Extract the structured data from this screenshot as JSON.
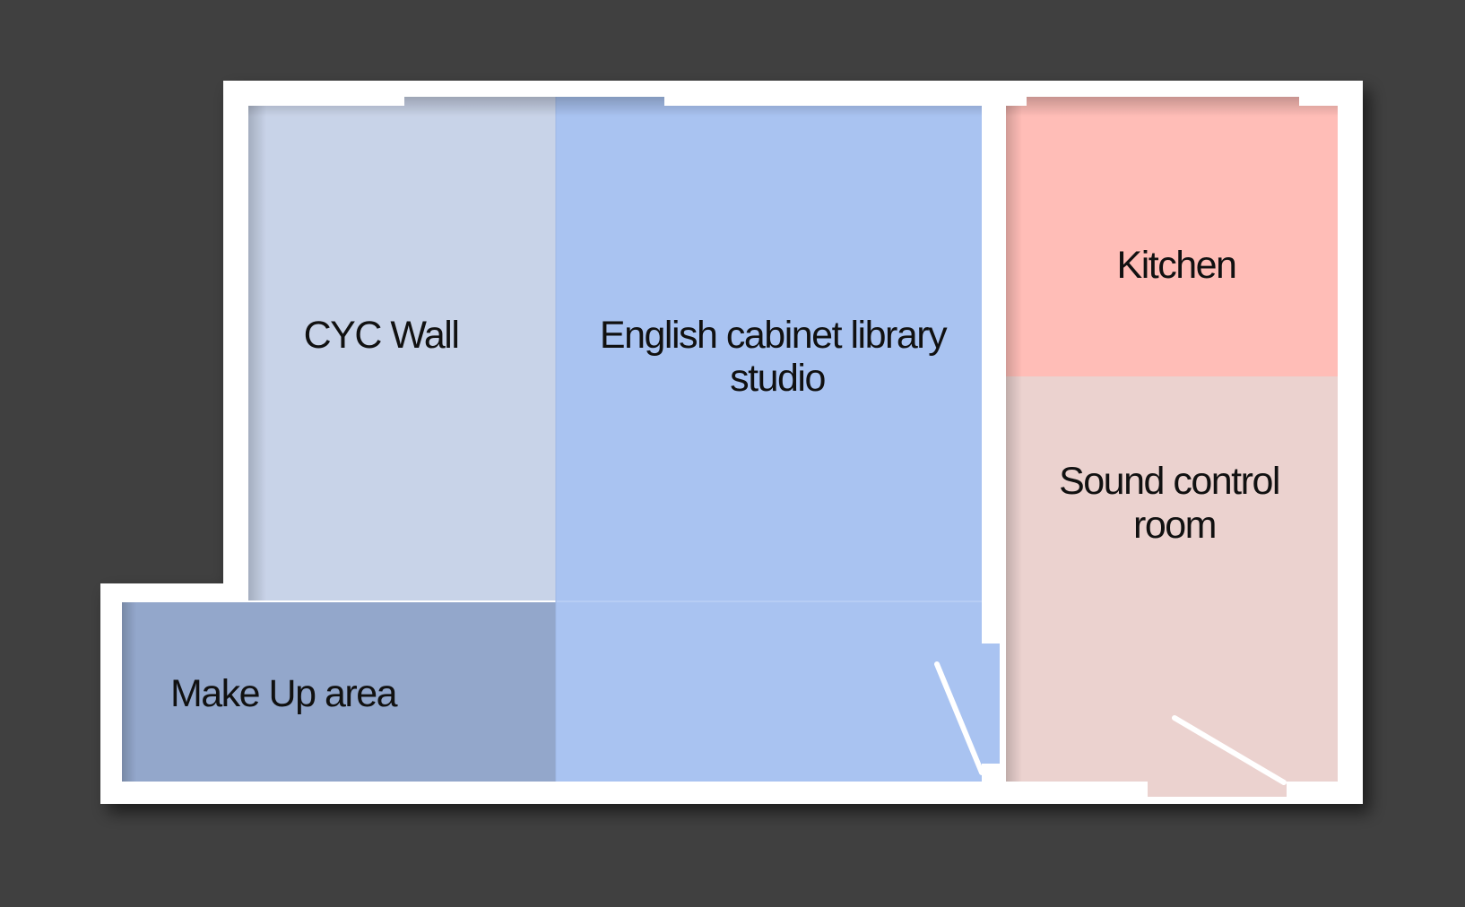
{
  "colors": {
    "background": "#404040",
    "wall": "#ffffff",
    "cyc_wall": "#c8d3e8",
    "studio": "#a9c3f1",
    "make_up": "#93a7cb",
    "kitchen": "#ffbdb7",
    "sound_control": "#ebd2cf",
    "label": "#111111"
  },
  "rooms": {
    "cyc_wall": {
      "label": "CYC Wall"
    },
    "studio": {
      "label_line1": "English cabinet library",
      "label_line2": "studio"
    },
    "kitchen": {
      "label": "Kitchen"
    },
    "sound_control": {
      "label_line1": "Sound control",
      "label_line2": "room"
    },
    "make_up": {
      "label": "Make Up area"
    }
  }
}
